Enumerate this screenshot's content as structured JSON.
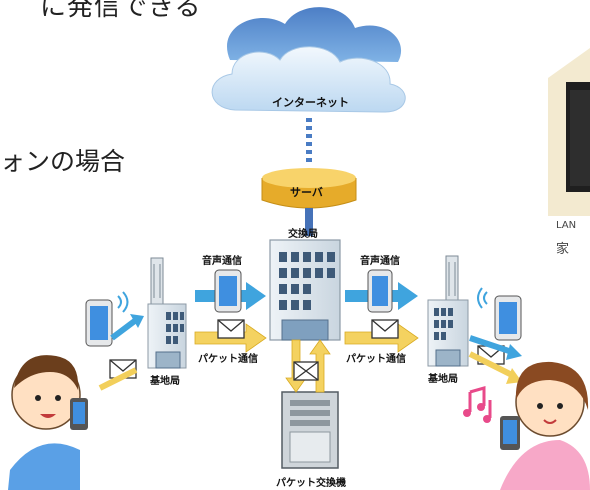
{
  "heading_top": "に発信できる",
  "heading_mid": "ォンの場合",
  "nodes": {
    "internet": "インターネット",
    "server": "サーバ",
    "exchange": "交換局",
    "base_left": "基地局",
    "base_right": "基地局",
    "packet_exchange": "パケット交換機"
  },
  "links": {
    "voice_left": "音声通信",
    "voice_right": "音声通信",
    "packet_left": "パケット通信",
    "packet_right": "パケット通信"
  },
  "side_panel": {
    "line1": "LAN",
    "line2": "家"
  },
  "colors": {
    "cloud": "#5a8fd0",
    "cloud_light": "#d9eaf8",
    "server": "#f5c242",
    "voice_arrow": "#3fa4de",
    "packet_arrow": "#f2cf5b",
    "phone_screen": "#3f8fe0"
  }
}
